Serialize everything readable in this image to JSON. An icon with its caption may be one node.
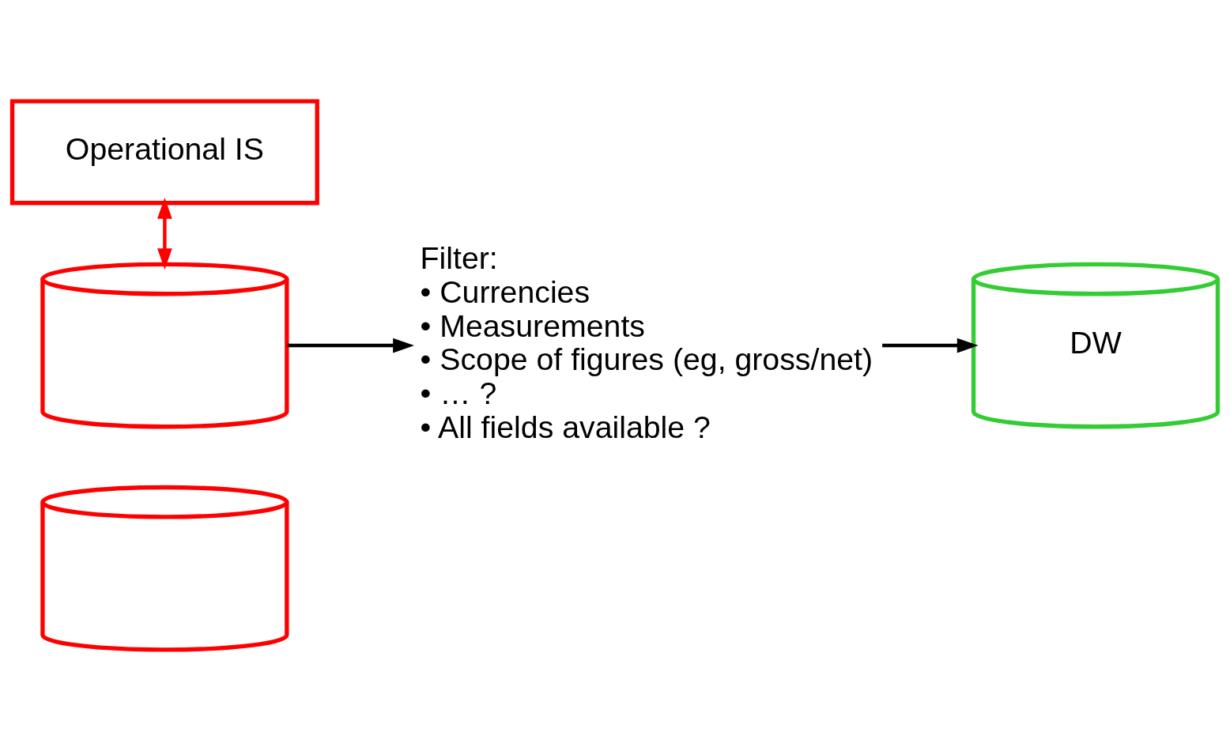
{
  "diagram": {
    "nodes": [
      {
        "text": [
          "Operational IS"
        ]
      },
      {
        "text": [],
        "shape": "cylinder"
      },
      {
        "text": [],
        "shape": "cylinder"
      },
      {
        "text": [
          "Filter:",
          "• Currencies",
          "• Measurements",
          "• Scope of figures (eg, gross/net)",
          "• … ?",
          "• All fields available ?"
        ]
      },
      {
        "text": [
          "DW"
        ]
      }
    ],
    "edges": [
      {
        "from": 0,
        "to": 1,
        "arrow": "both",
        "color": "#ff0000"
      },
      {
        "from": 1,
        "to": 3,
        "arrow": "to"
      },
      {
        "from": 3,
        "to": 4,
        "arrow": "to"
      }
    ]
  }
}
